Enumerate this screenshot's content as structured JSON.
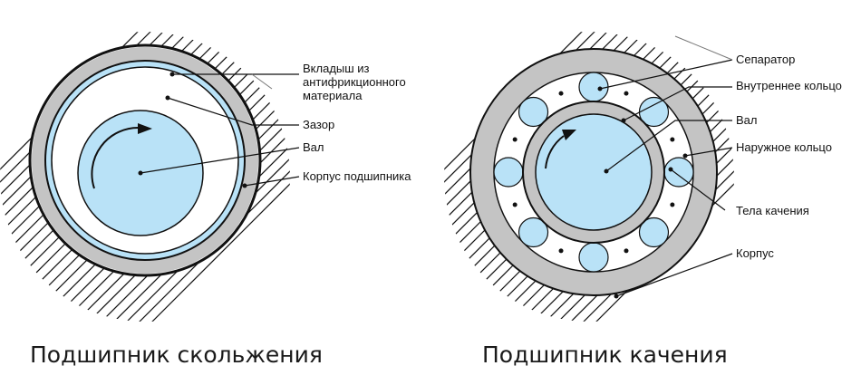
{
  "colors": {
    "hatch": "#111111",
    "ring_gray": "#c4c4c4",
    "light_blue": "#b9e2f7",
    "stroke": "#111111",
    "background": "#ffffff"
  },
  "left_diagram": {
    "labels": {
      "liner_line1": "Вкладыш из",
      "liner_line2": "антифрикционного",
      "liner_line3": "материала",
      "gap": "Зазор",
      "shaft": "Вал",
      "housing": "Корпус подшипника"
    },
    "caption": "Подшипник скольжения"
  },
  "right_diagram": {
    "labels": {
      "separator": "Сепаратор",
      "inner_ring": "Внутреннее кольцо",
      "shaft": "Вал",
      "outer_ring": "Наружное кольцо",
      "rolling_elements": "Тела качения",
      "housing": "Корпус"
    },
    "caption": "Подшипник качения"
  }
}
